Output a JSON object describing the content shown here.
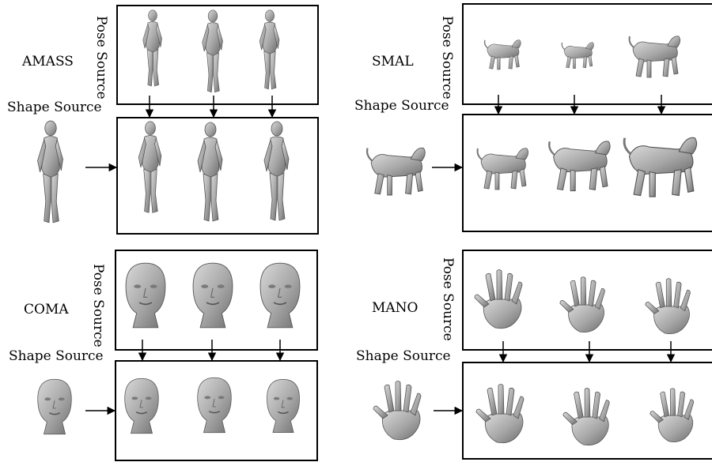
{
  "labels": {
    "pose_source": "Pose Source",
    "shape_source": "Shape Source"
  },
  "panels": [
    {
      "name": "AMASS"
    },
    {
      "name": "SMAL"
    },
    {
      "name": "COMA"
    },
    {
      "name": "MANO"
    }
  ],
  "colors": {
    "mesh": "#a6a6a6",
    "mesh_shadow": "#6f6f6f",
    "frame": "#000000"
  }
}
